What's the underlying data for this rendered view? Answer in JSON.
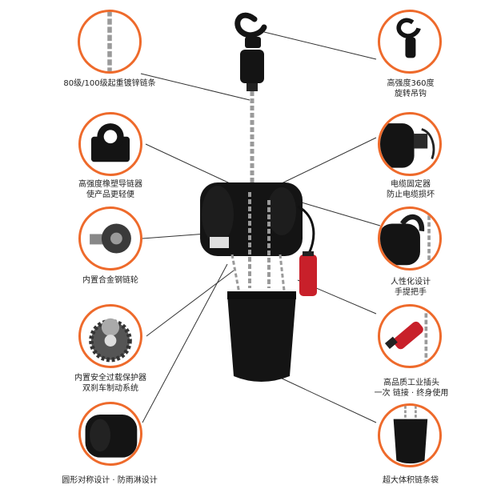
{
  "colors": {
    "ring": "#ee6a2b",
    "product": "#141414",
    "chain": "#9a9a9a",
    "plug": "#c8202a",
    "line": "#333333"
  },
  "features": {
    "chain": {
      "icon": "chain-icon",
      "label": "80级/100级起重镀锌链条"
    },
    "hook": {
      "icon": "hook-icon",
      "label_1": "高强度360度",
      "label_2": "旋转吊钩"
    },
    "guide": {
      "icon": "chain-guide-icon",
      "label_1": "高强度橡塑导链器",
      "label_2": "使产品更轻便"
    },
    "cable": {
      "icon": "cable-clamp-icon",
      "label_1": "电缆固定器",
      "label_2": "防止电缆损坏"
    },
    "sprocket": {
      "icon": "sprocket-icon",
      "label": "内置合金钢链轮"
    },
    "handle": {
      "icon": "handle-icon",
      "label_1": "人性化设计",
      "label_2": "手提把手"
    },
    "clutch": {
      "icon": "gear-icon",
      "label_1": "内置安全过载保护器",
      "label_2": "双刹车制动系统"
    },
    "plug": {
      "icon": "plug-icon",
      "label_1": "高品质工业插头",
      "label_2": "一次 链接 · 终身使用"
    },
    "body": {
      "icon": "housing-icon",
      "label": "圆形对称设计 · 防雨淋设计"
    },
    "bag": {
      "icon": "chain-bag-icon",
      "label": "超大体积链条袋"
    }
  }
}
